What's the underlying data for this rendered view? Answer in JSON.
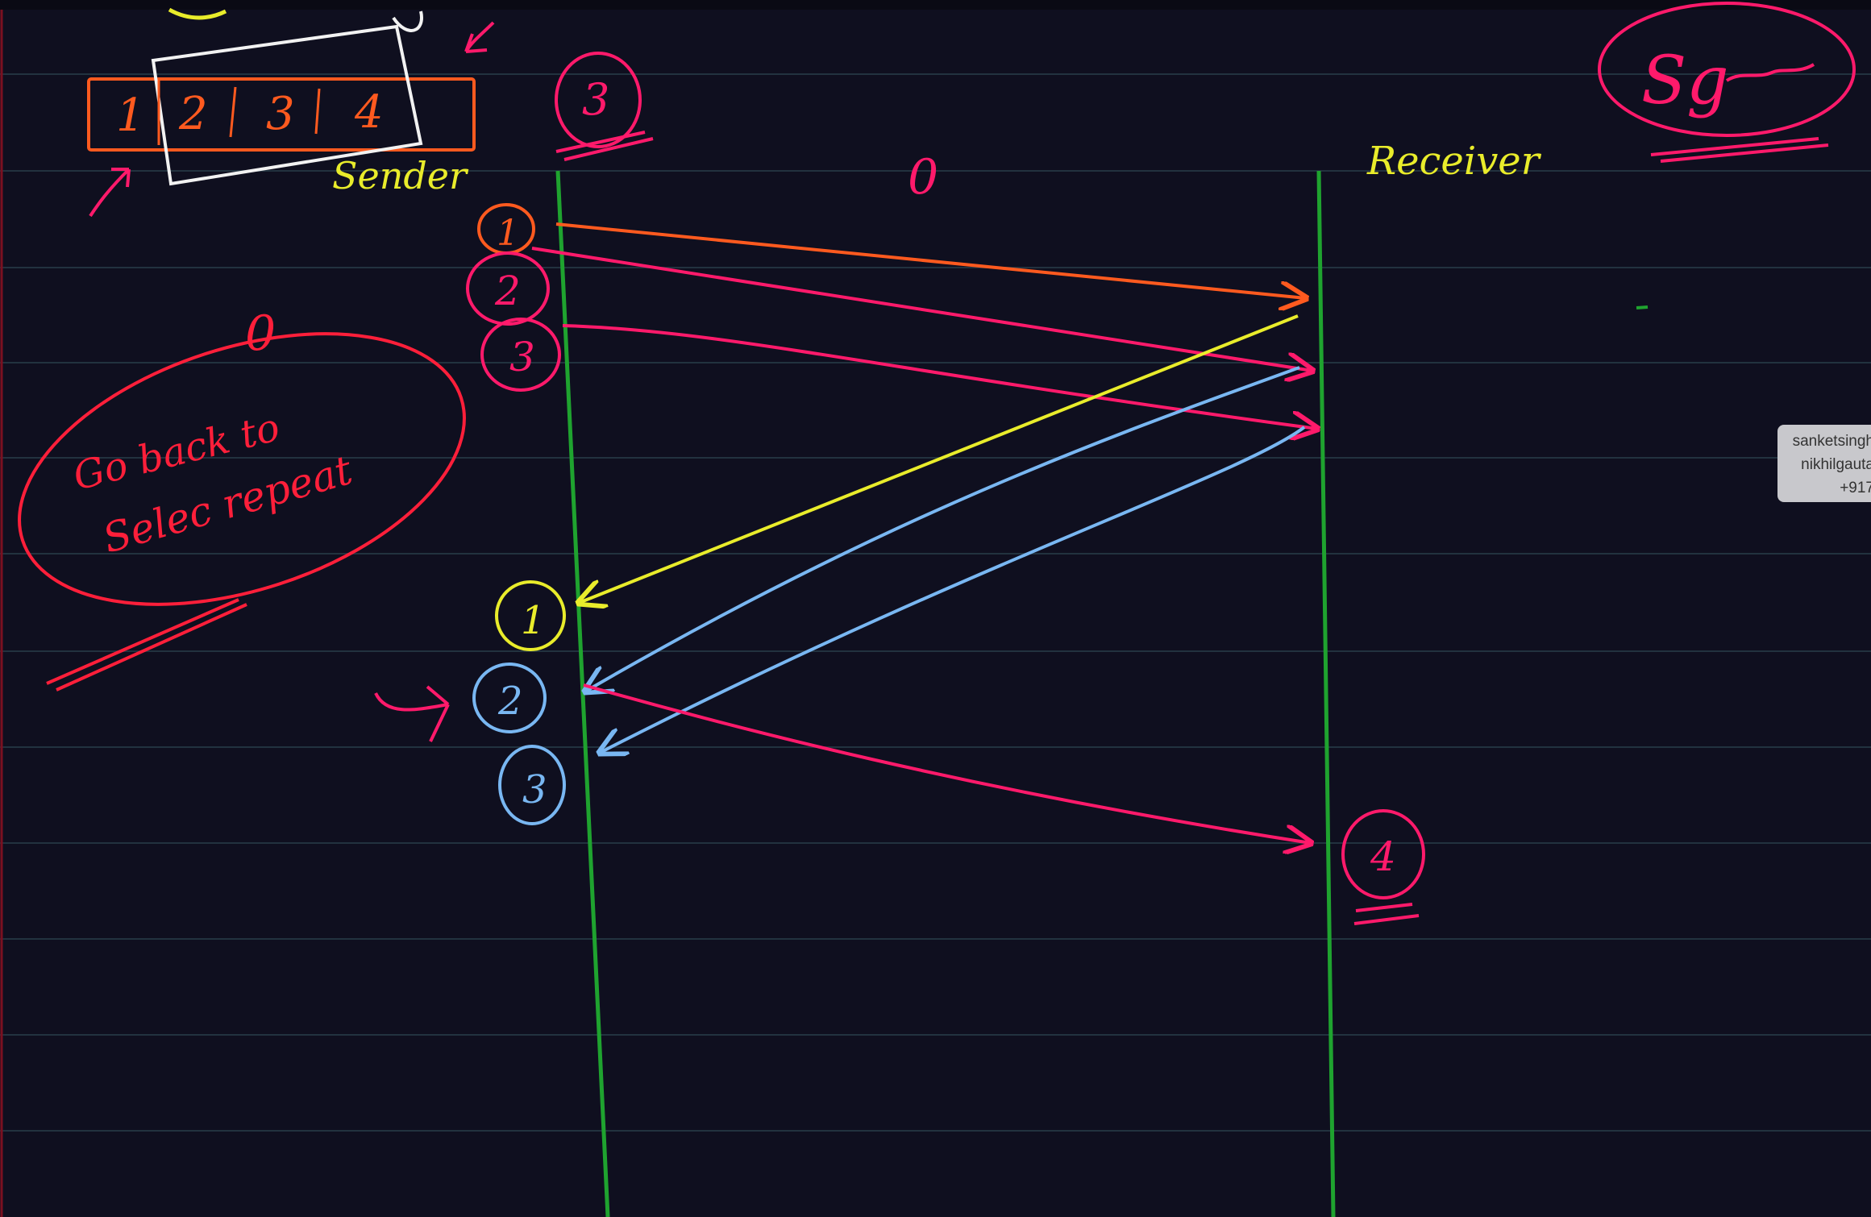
{
  "colors": {
    "background": "#0f0f1f",
    "ruled_line": "#22323f",
    "timeline": "#1fa32f",
    "orange": "#ff5a1f",
    "pink": "#ff1a6b",
    "red": "#ff1f3a",
    "yellow": "#e9ec2b",
    "blue": "#79b7f2",
    "white": "#f2f2f2"
  },
  "window": {
    "cells": [
      "1",
      "2",
      "3",
      "4"
    ],
    "sender_label": "Sender"
  },
  "labels": {
    "window_size": "3",
    "receiver": "Receiver",
    "top_right_word": "Sg",
    "zero_top": "0",
    "zero_left": "0"
  },
  "go_back_note": {
    "line1": "Go back to",
    "line2": "Selec repeat"
  },
  "sent_frames": [
    "1",
    "2",
    "3"
  ],
  "acks": [
    "1",
    "2",
    "3"
  ],
  "receiver_frame": "4",
  "watermark": {
    "line1": "sanketsingh",
    "line2": "nikhilgauta",
    "line3": "+917"
  }
}
